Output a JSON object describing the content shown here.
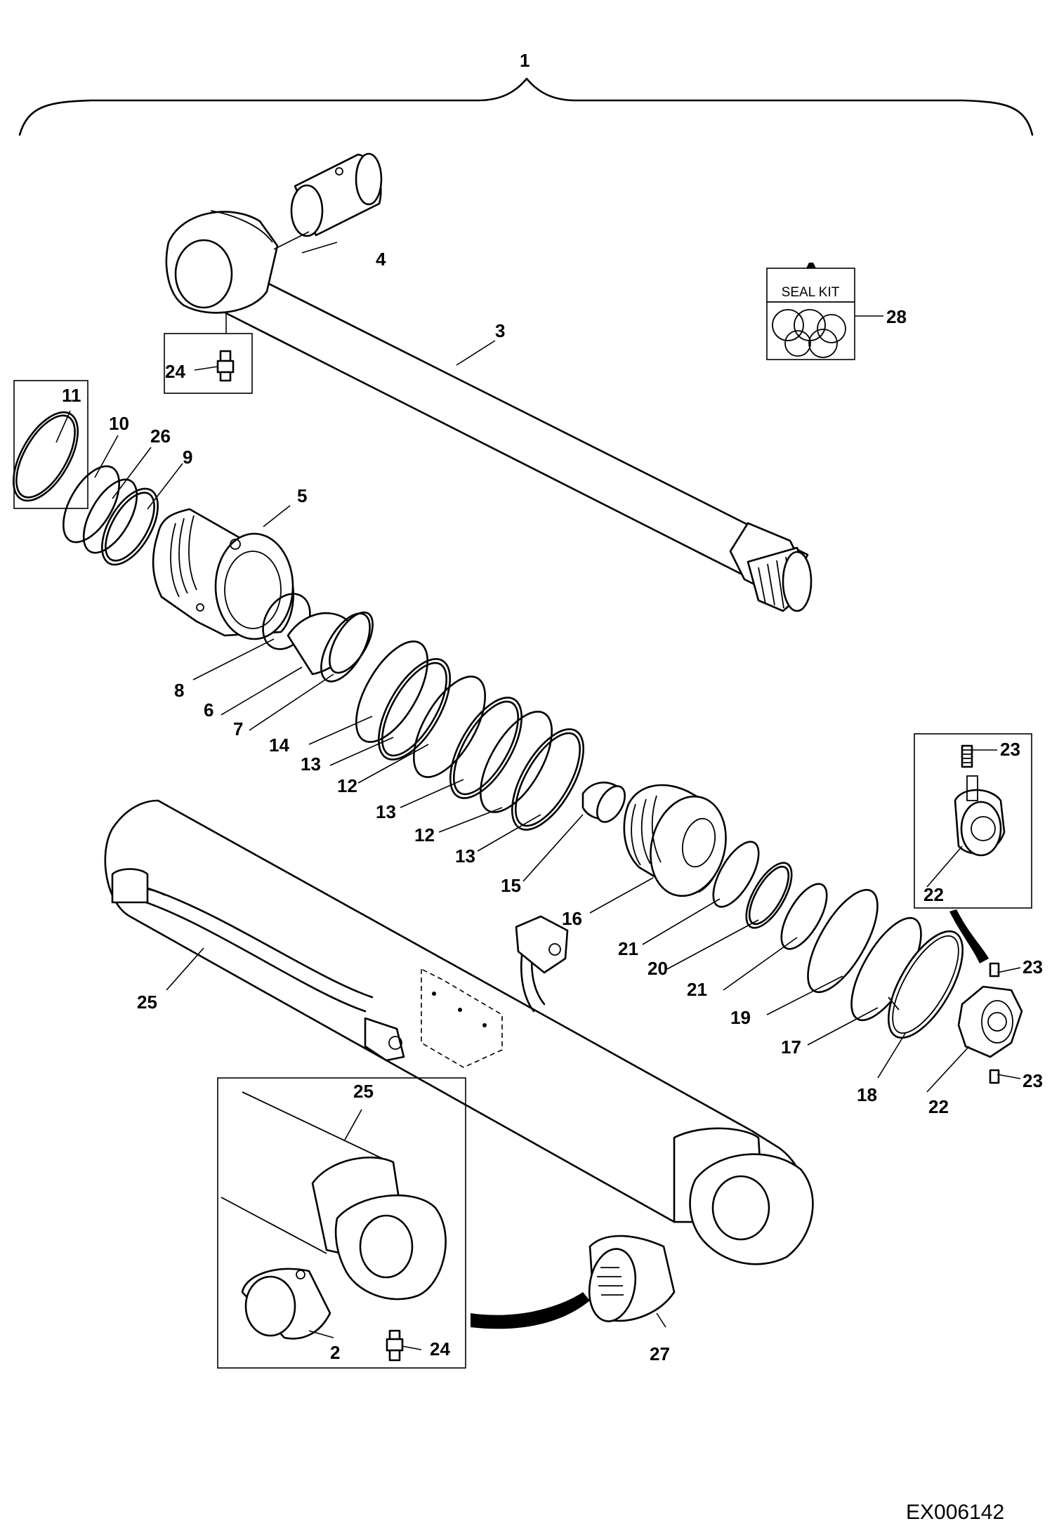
{
  "drawing_code": "EX006142",
  "seal_kit_label": "SEAL KIT",
  "callouts": {
    "c1": "1",
    "c2": "2",
    "c3": "3",
    "c4": "4",
    "c5": "5",
    "c6": "6",
    "c7": "7",
    "c8": "8",
    "c9": "9",
    "c10": "10",
    "c11": "11",
    "c12a": "12",
    "c12b": "12",
    "c13a": "13",
    "c13b": "13",
    "c13c": "13",
    "c14": "14",
    "c15": "15",
    "c16": "16",
    "c17": "17",
    "c18": "18",
    "c19": "19",
    "c20": "20",
    "c21a": "21",
    "c21b": "21",
    "c22a": "22",
    "c22b": "22",
    "c23a": "23",
    "c23b": "23",
    "c23c": "23",
    "c24a": "24",
    "c24b": "24",
    "c25a": "25",
    "c25b": "25",
    "c26": "26",
    "c27": "27",
    "c28": "28"
  }
}
